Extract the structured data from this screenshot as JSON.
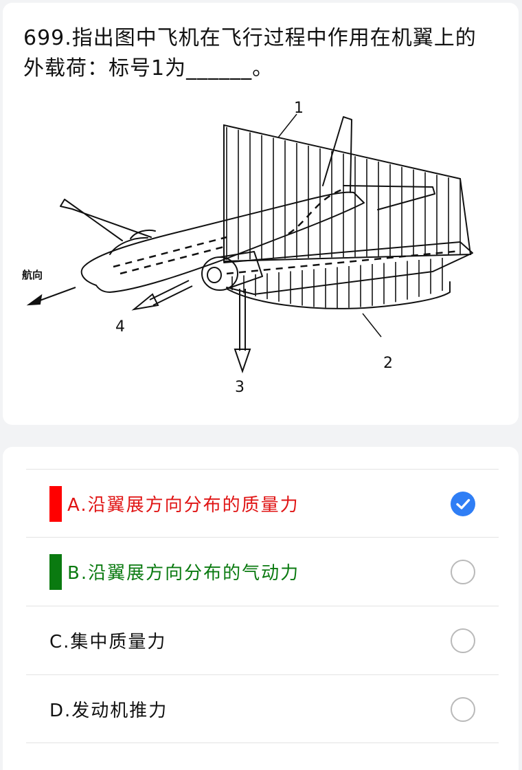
{
  "question": {
    "text": "699.指出图中飞机在飞行过程中作用在机翼上的外载荷：标号1为______。"
  },
  "figure": {
    "direction_label": "航向",
    "callouts": [
      "1",
      "2",
      "3",
      "4"
    ]
  },
  "options": [
    {
      "label": "A.沿翼展方向分布的质量力",
      "text_color": "#e01414",
      "marker_color": "#ff0000",
      "selected": true
    },
    {
      "label": "B.沿翼展方向分布的气动力",
      "text_color": "#0a7a10",
      "marker_color": "#0a7a10",
      "selected": false
    },
    {
      "label": "C.集中质量力",
      "text_color": "#111111",
      "marker_color": "",
      "selected": false
    },
    {
      "label": "D.发动机推力",
      "text_color": "#111111",
      "marker_color": "",
      "selected": false
    }
  ],
  "colors": {
    "accent": "#2f7ef5"
  }
}
